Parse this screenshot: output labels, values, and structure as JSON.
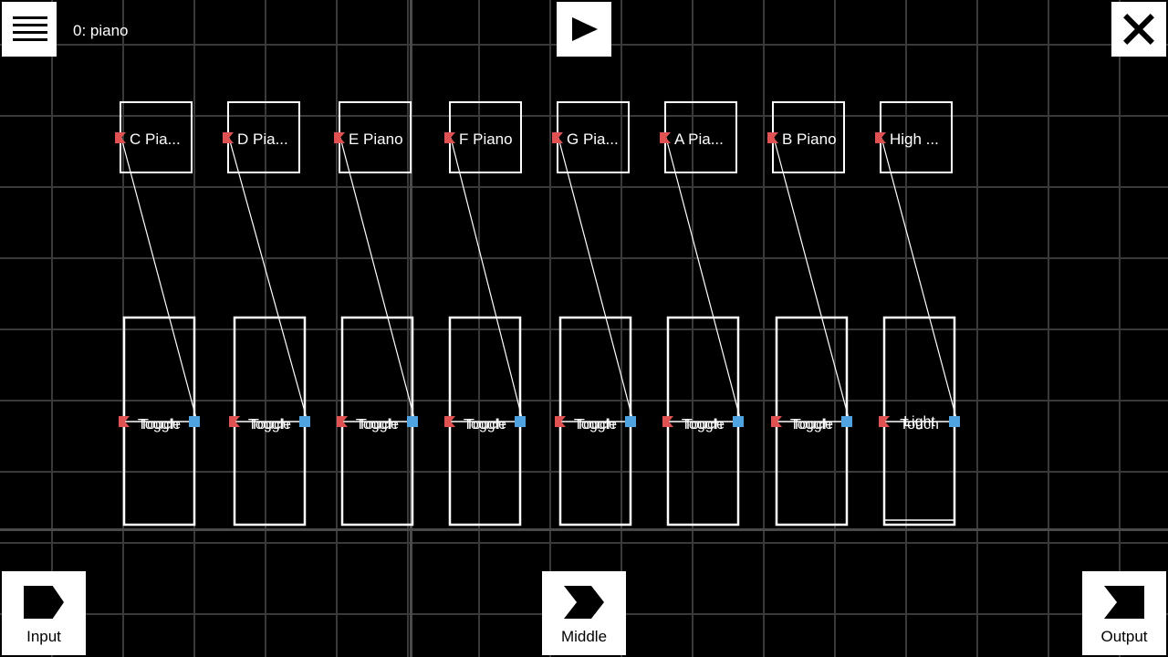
{
  "header": {
    "title": "0: piano",
    "menu_icon": "hamburger-menu-icon",
    "play_icon": "play-icon",
    "close_icon": "close-icon"
  },
  "input_nodes": [
    {
      "label": "C Pia..."
    },
    {
      "label": "D Pia..."
    },
    {
      "label": "E Piano"
    },
    {
      "label": "F Piano"
    },
    {
      "label": "G Pia..."
    },
    {
      "label": "A Pia..."
    },
    {
      "label": "B Piano"
    },
    {
      "label": "High ..."
    }
  ],
  "middle_nodes": [
    {
      "labels": [
        "Toggle",
        "Touch"
      ]
    },
    {
      "labels": [
        "Toggle",
        "Touch"
      ]
    },
    {
      "labels": [
        "Toggle",
        "Touch"
      ]
    },
    {
      "labels": [
        "Toggle",
        "Touch"
      ]
    },
    {
      "labels": [
        "Toggle",
        "Touch"
      ]
    },
    {
      "labels": [
        "Toggle",
        "Touch"
      ]
    },
    {
      "labels": [
        "Toggle",
        "Touch"
      ]
    },
    {
      "labels": [
        "Light",
        "Touch"
      ]
    }
  ],
  "bottom_bar": {
    "input_label": "Input",
    "middle_label": "Middle",
    "output_label": "Output"
  },
  "colors": {
    "background": "#000000",
    "grid": "#3a3a3a",
    "node_border": "#ffffff",
    "in_port": "#e05252",
    "out_port": "#4fa3e0",
    "button_bg": "#ffffff"
  }
}
